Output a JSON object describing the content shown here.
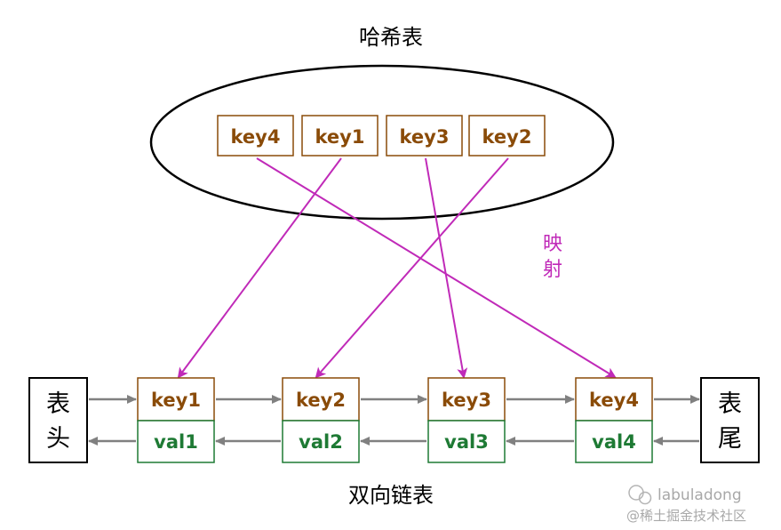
{
  "hash_table": {
    "title": "哈希表",
    "keys": [
      "key4",
      "key1",
      "key3",
      "key2"
    ]
  },
  "mapping_label": [
    "映",
    "射"
  ],
  "linked_list": {
    "title": "双向链表",
    "head": [
      "表",
      "头"
    ],
    "tail": [
      "表",
      "尾"
    ],
    "nodes": [
      {
        "key": "key1",
        "val": "val1"
      },
      {
        "key": "key2",
        "val": "val2"
      },
      {
        "key": "key3",
        "val": "val3"
      },
      {
        "key": "key4",
        "val": "val4"
      }
    ]
  },
  "watermark": {
    "line1": "labuladong",
    "line2": "@稀土掘金技术社区"
  },
  "colors": {
    "key_border": "#8a4b08",
    "key_text": "#8a4b08",
    "val_border": "#1e7a34",
    "val_text": "#1e7a34",
    "mapping_arrow": "#c02ab8",
    "list_arrow": "#808080"
  }
}
